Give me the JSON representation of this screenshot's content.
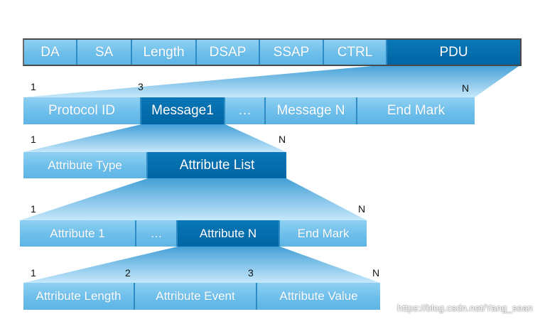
{
  "rows": {
    "frame": {
      "cells": [
        "DA",
        "SA",
        "Length",
        "DSAP",
        "SSAP",
        "CTRL",
        "PDU"
      ]
    },
    "pdu": {
      "cells": [
        "Protocol ID",
        "Message1",
        "…",
        "Message N",
        "End Mark"
      ],
      "labels": {
        "first": "1",
        "message_start": "3",
        "last": "N"
      }
    },
    "message": {
      "cells": [
        "Attribute Type",
        "Attribute List"
      ],
      "labels": {
        "first": "1",
        "last": "N"
      }
    },
    "attribute_list": {
      "cells": [
        "Attribute 1",
        "…",
        "Attribute N",
        "End Mark"
      ],
      "labels": {
        "first": "1",
        "last": "N"
      }
    },
    "attribute": {
      "cells": [
        "Attribute Length",
        "Attribute Event",
        "Attribute Value"
      ],
      "labels": {
        "first": "1",
        "second": "2",
        "third": "3",
        "last": "N"
      }
    }
  },
  "colors": {
    "cell_light": "#6dbfeb",
    "cell_dark": "#0065a4",
    "funnel": "#7cc6ee",
    "frame_border": "#4a4a4a"
  },
  "watermark": "https://blog.csdn.net/Yang_sean"
}
